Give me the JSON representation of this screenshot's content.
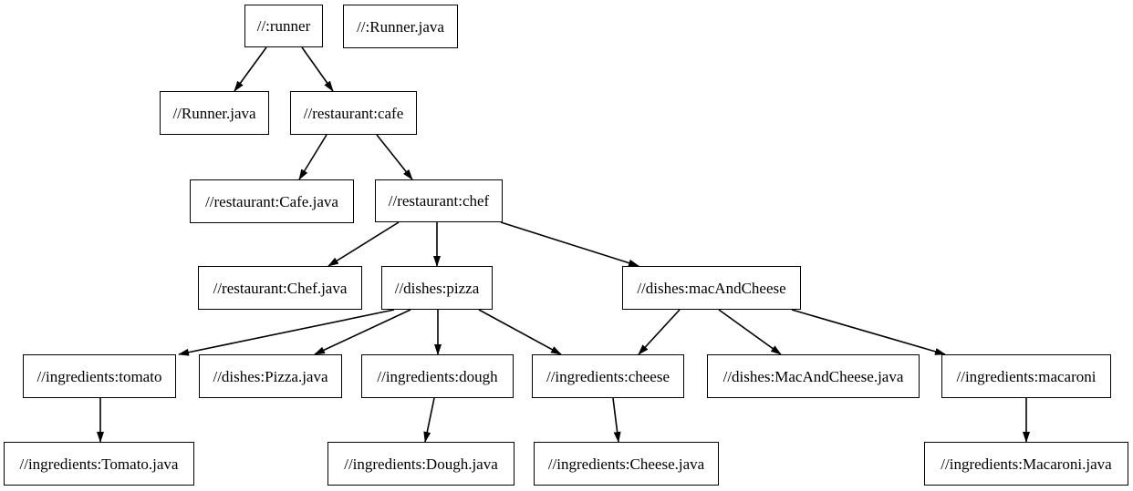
{
  "diagram": {
    "type": "dependency-graph",
    "background_color": "#ffffff",
    "node_fill_color": "#ffffff",
    "node_border_color": "#000000",
    "edge_color": "#000000",
    "text_color": "#000000",
    "nodes": [
      {
        "id": "runner",
        "label": "//:runner"
      },
      {
        "id": "runner_java_root",
        "label": "//:Runner.java"
      },
      {
        "id": "runner_java",
        "label": "//Runner.java"
      },
      {
        "id": "cafe",
        "label": "//restaurant:cafe"
      },
      {
        "id": "cafe_java",
        "label": "//restaurant:Cafe.java"
      },
      {
        "id": "chef",
        "label": "//restaurant:chef"
      },
      {
        "id": "chef_java",
        "label": "//restaurant:Chef.java"
      },
      {
        "id": "pizza",
        "label": "//dishes:pizza"
      },
      {
        "id": "mac_and_cheese",
        "label": "//dishes:macAndCheese"
      },
      {
        "id": "tomato",
        "label": "//ingredients:tomato"
      },
      {
        "id": "pizza_java",
        "label": "//dishes:Pizza.java"
      },
      {
        "id": "dough",
        "label": "//ingredients:dough"
      },
      {
        "id": "cheese",
        "label": "//ingredients:cheese"
      },
      {
        "id": "mac_and_cheese_java",
        "label": "//dishes:MacAndCheese.java"
      },
      {
        "id": "macaroni",
        "label": "//ingredients:macaroni"
      },
      {
        "id": "tomato_java",
        "label": "//ingredients:Tomato.java"
      },
      {
        "id": "dough_java",
        "label": "//ingredients:Dough.java"
      },
      {
        "id": "cheese_java",
        "label": "//ingredients:Cheese.java"
      },
      {
        "id": "macaroni_java",
        "label": "//ingredients:Macaroni.java"
      }
    ],
    "edges": [
      {
        "from": "runner",
        "to": "runner_java"
      },
      {
        "from": "runner",
        "to": "cafe"
      },
      {
        "from": "cafe",
        "to": "cafe_java"
      },
      {
        "from": "cafe",
        "to": "chef"
      },
      {
        "from": "chef",
        "to": "chef_java"
      },
      {
        "from": "chef",
        "to": "pizza"
      },
      {
        "from": "chef",
        "to": "mac_and_cheese"
      },
      {
        "from": "pizza",
        "to": "tomato"
      },
      {
        "from": "pizza",
        "to": "pizza_java"
      },
      {
        "from": "pizza",
        "to": "dough"
      },
      {
        "from": "pizza",
        "to": "cheese"
      },
      {
        "from": "mac_and_cheese",
        "to": "cheese"
      },
      {
        "from": "mac_and_cheese",
        "to": "mac_and_cheese_java"
      },
      {
        "from": "mac_and_cheese",
        "to": "macaroni"
      },
      {
        "from": "tomato",
        "to": "tomato_java"
      },
      {
        "from": "dough",
        "to": "dough_java"
      },
      {
        "from": "cheese",
        "to": "cheese_java"
      },
      {
        "from": "macaroni",
        "to": "macaroni_java"
      }
    ]
  }
}
